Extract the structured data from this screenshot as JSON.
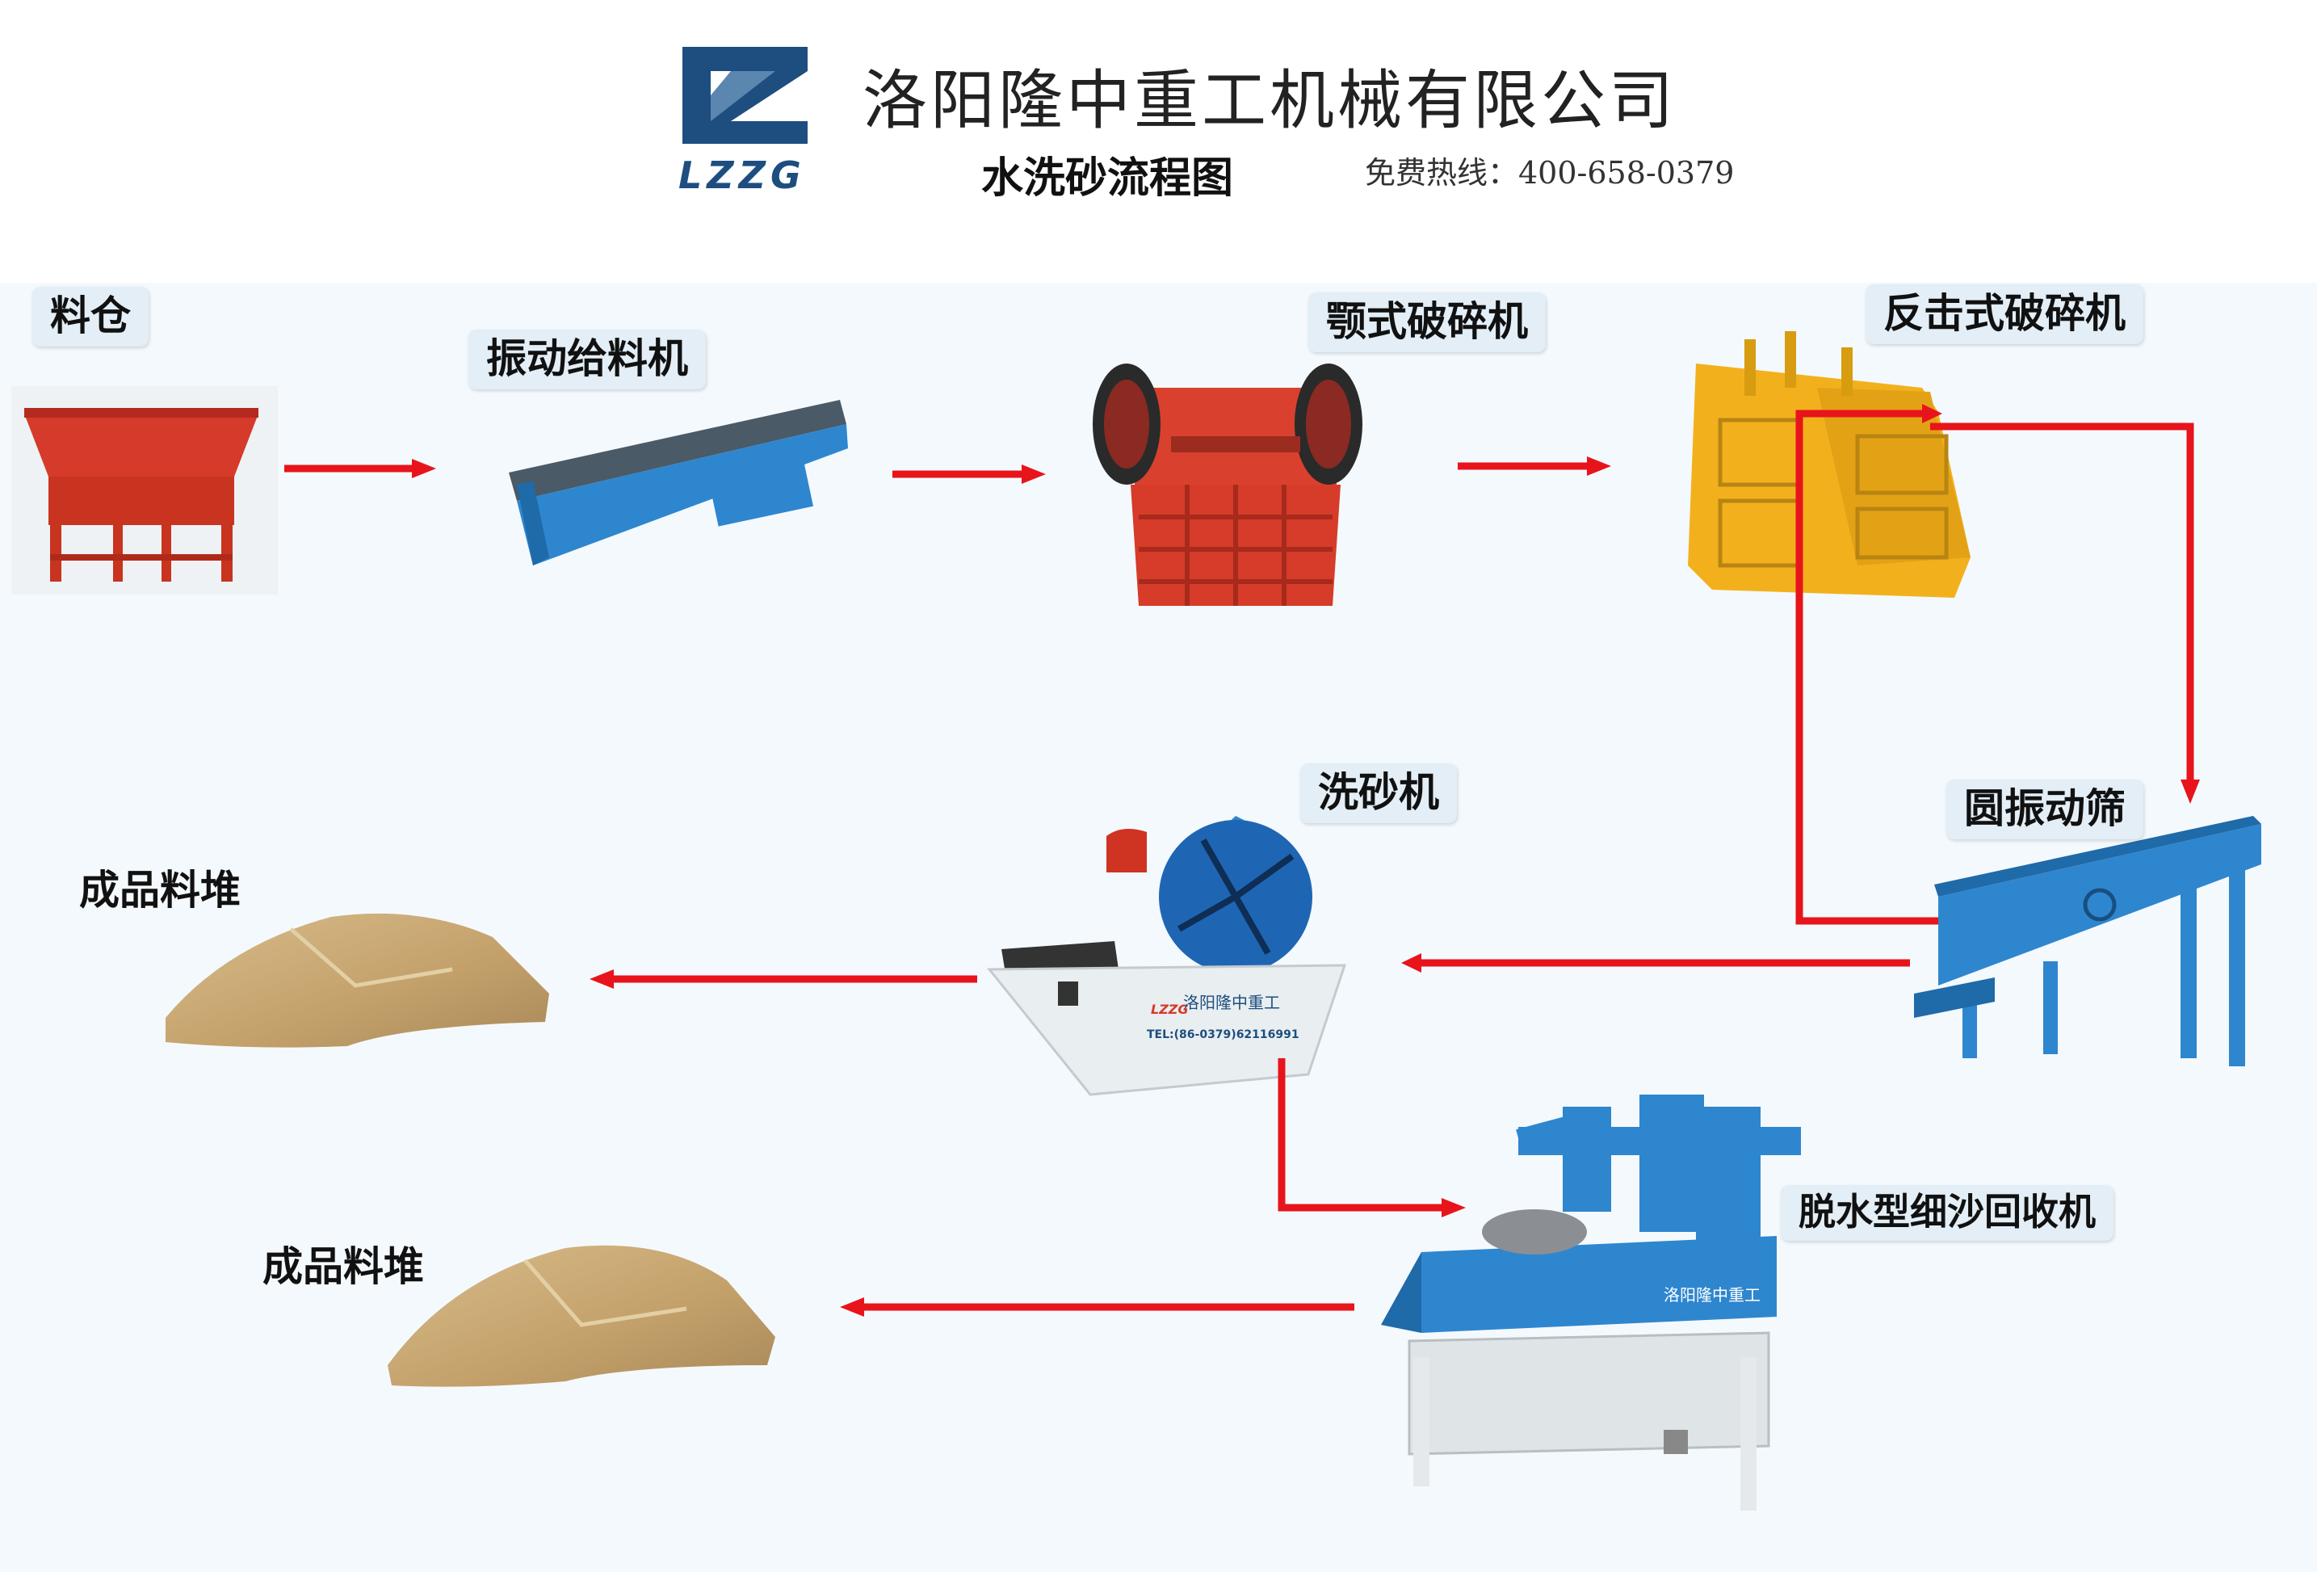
{
  "header": {
    "logo_text": "LZZG",
    "company": "洛阳隆中重工机械有限公司",
    "subtitle": "水洗砂流程图",
    "hotline": "免费热线：400-658-0379"
  },
  "nodes": {
    "bin": "料仓",
    "feeder": "振动给料机",
    "jaw": "颚式破碎机",
    "impact": "反击式破碎机",
    "screen": "圆振动筛",
    "washer": "洗砂机",
    "recovery": "脱水型细沙回收机",
    "pile1": "成品料堆",
    "pile2": "成品料堆"
  },
  "machine_text": {
    "washer_brand": "洛阳隆中重工",
    "washer_logo": "LZZG",
    "washer_tel": "TEL:(86-0379)62116991",
    "recovery_brand": "洛阳隆中重工"
  },
  "colors": {
    "arrow": "#e8141b",
    "logo_blue": "#1d4e7f",
    "machine_blue": "#2a7fd0",
    "machine_red": "#d9412e",
    "machine_yellow": "#f2b11c",
    "sand": "#c9a872"
  }
}
